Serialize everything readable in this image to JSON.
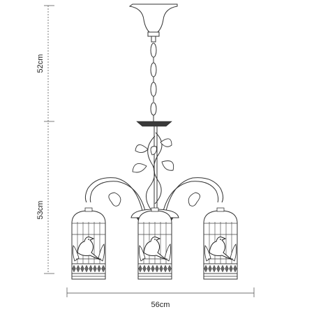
{
  "dimensions": {
    "upper_height": "52cm",
    "lower_height": "53cm",
    "width": "56cm"
  }
}
